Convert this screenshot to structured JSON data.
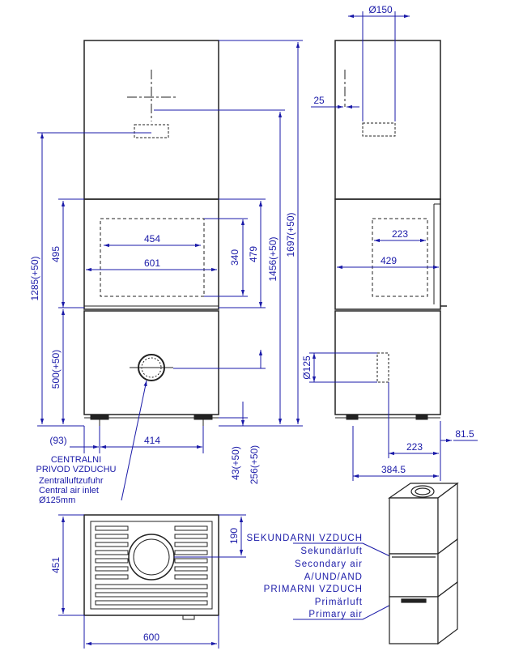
{
  "front": {
    "dim_454": "454",
    "dim_601": "601",
    "dim_340": "340",
    "dim_479": "479",
    "dim_1456": "1456(+50)",
    "dim_1697": "1697(+50)",
    "dim_495": "495",
    "dim_1285": "1285(+50)",
    "dim_500": "500(+50)",
    "dim_93": "(93)",
    "dim_414": "414",
    "dim_43": "43(+50)",
    "dim_256": "256(+50)"
  },
  "side": {
    "dim_150": "Ø150",
    "dim_25": "25",
    "dim_223_top": "223",
    "dim_429": "429",
    "dim_125": "Ø125",
    "dim_81_5": "81.5",
    "dim_223_bottom": "223",
    "dim_384_5": "384.5"
  },
  "plan": {
    "dim_451": "451",
    "dim_190": "190",
    "dim_600": "600"
  },
  "air_inlet": {
    "line1": "CENTRALNI",
    "line2": "PRIVOD VZDUCHU",
    "line3": "Zentralluftzufuhr",
    "line4": "Central air inlet",
    "line5": "Ø125mm"
  },
  "air_labels": {
    "line1": "SEKUNDARNI VZDUCH",
    "line2": "Sekundärluft",
    "line3": "Secondary air",
    "line4": "A/UND/AND",
    "line5": "PRIMARNI VZDUCH",
    "line6": "Primärluft",
    "line7": "Primary air"
  }
}
